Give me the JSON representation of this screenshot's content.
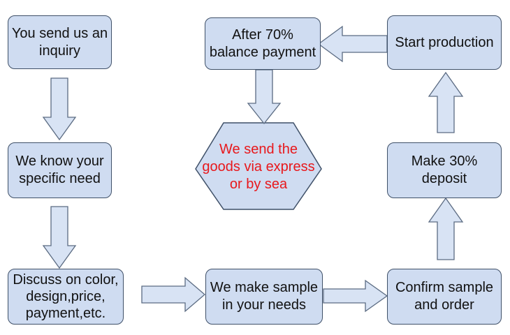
{
  "colors": {
    "box_fill": "#cfdcf1",
    "box_border": "#3f5068",
    "arrow_fill": "#d8e3f4",
    "arrow_stroke": "#5b6b82",
    "highlight_text": "#e8181c"
  },
  "nodes": {
    "inquiry": "You send us an\ninquiry",
    "know_need": "We know your\nspecific need",
    "discuss": "Discuss on color,\ndesign,price,\npayment,etc.",
    "make_sample": "We make sample\nin your needs",
    "confirm_sample": "Confirm sample\nand order",
    "deposit": "Make 30%\ndeposit",
    "start_production": "Start production",
    "balance_payment": "After 70%\nbalance payment",
    "send_goods": "We send the\ngoods via express\nor by sea"
  }
}
